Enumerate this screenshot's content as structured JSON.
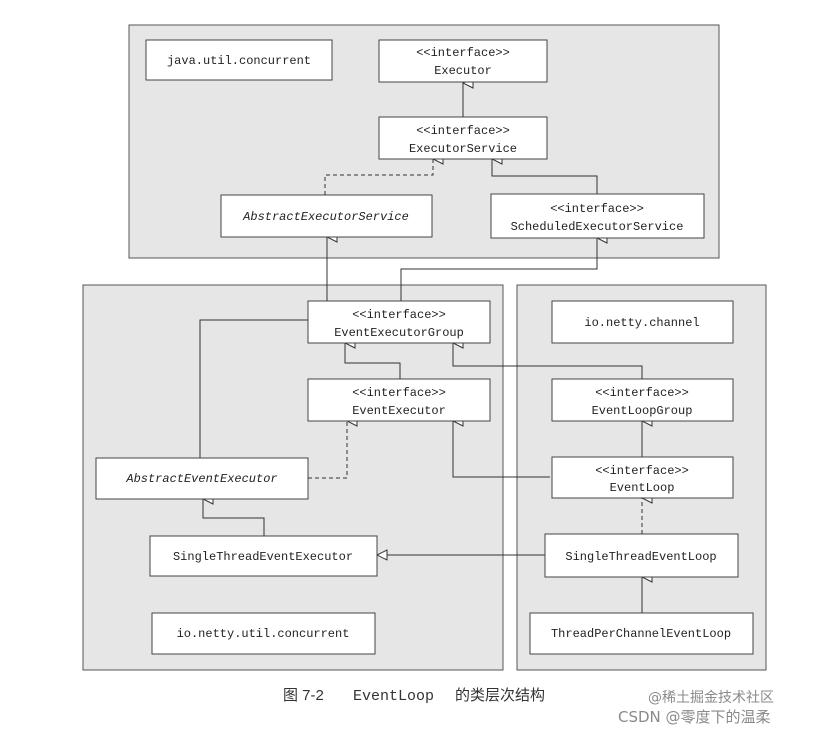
{
  "packages": {
    "java_util_concurrent": "java.util.concurrent",
    "io_netty_util_concurrent": "io.netty.util.concurrent",
    "io_netty_channel": "io.netty.channel"
  },
  "classes": {
    "executor": {
      "stereotype": "<<interface>>",
      "name": "Executor"
    },
    "executor_service": {
      "stereotype": "<<interface>>",
      "name": "ExecutorService"
    },
    "abstract_executor_service": {
      "name": "AbstractExecutorService"
    },
    "scheduled_executor_service": {
      "stereotype": "<<interface>>",
      "name": "ScheduledExecutorService"
    },
    "event_executor_group": {
      "stereotype": "<<interface>>",
      "name": "EventExecutorGroup"
    },
    "event_executor": {
      "stereotype": "<<interface>>",
      "name": "EventExecutor"
    },
    "abstract_event_executor": {
      "name": "AbstractEventExecutor"
    },
    "single_thread_event_executor": {
      "name": "SingleThreadEventExecutor"
    },
    "event_loop_group": {
      "stereotype": "<<interface>>",
      "name": "EventLoopGroup"
    },
    "event_loop": {
      "stereotype": "<<interface>>",
      "name": "EventLoop"
    },
    "single_thread_event_loop": {
      "name": "SingleThreadEventLoop"
    },
    "thread_per_channel_event_loop": {
      "name": "ThreadPerChannelEventLoop"
    }
  },
  "caption": {
    "figure_number": "图 7-2",
    "code": "EventLoop",
    "text": "的类层次结构"
  },
  "watermark": {
    "line1": "@稀土掘金技术社区",
    "line2": "CSDN @零度下的温柔"
  }
}
